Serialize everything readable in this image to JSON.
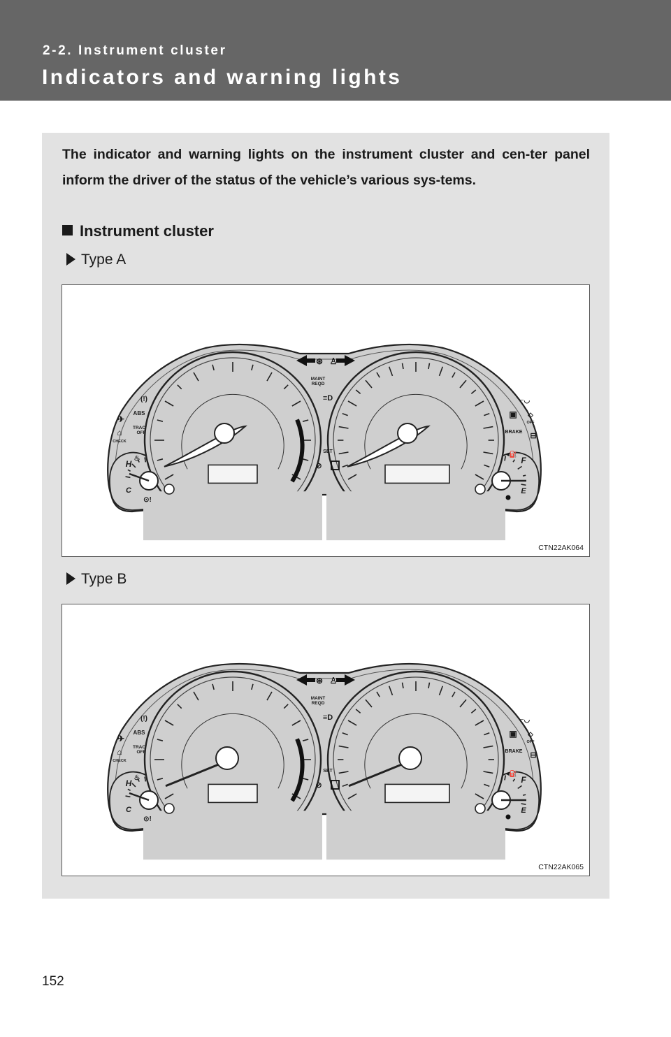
{
  "header": {
    "section": "2-2. Instrument cluster",
    "title": "Indicators and warning lights"
  },
  "intro": "The indicator and warning lights on the instrument cluster and cen-ter panel inform the driver of the status of the vehicle’s various sys-tems.",
  "subheading": "Instrument cluster",
  "figures": [
    {
      "type_label": "Type A",
      "code": "CTN22AK064",
      "labels": {
        "maint": "MAINT",
        "reqd": "REQD",
        "abs": "ABS",
        "trac": "TRAC",
        "off": "OFF",
        "check": "CHECK",
        "brake": "BRAKE",
        "set": "SET",
        "h": "H",
        "c": "C",
        "f": "F",
        "e": "E",
        "excl": "!",
        "off_small": "OFF"
      }
    },
    {
      "type_label": "Type B",
      "code": "CTN22AK065",
      "labels": {
        "maint": "MAINT",
        "reqd": "REQD",
        "abs": "ABS",
        "trac": "TRAC",
        "off": "OFF",
        "check": "CHECK",
        "brake": "BRAKE",
        "set": "SET",
        "h": "H",
        "c": "C",
        "f": "F",
        "e": "E",
        "excl": "!",
        "off_small": "OFF"
      }
    }
  ],
  "page_number": "152",
  "colors": {
    "header": "#666666",
    "panel": "#e2e2e2",
    "cluster": "#cfcfcf"
  }
}
